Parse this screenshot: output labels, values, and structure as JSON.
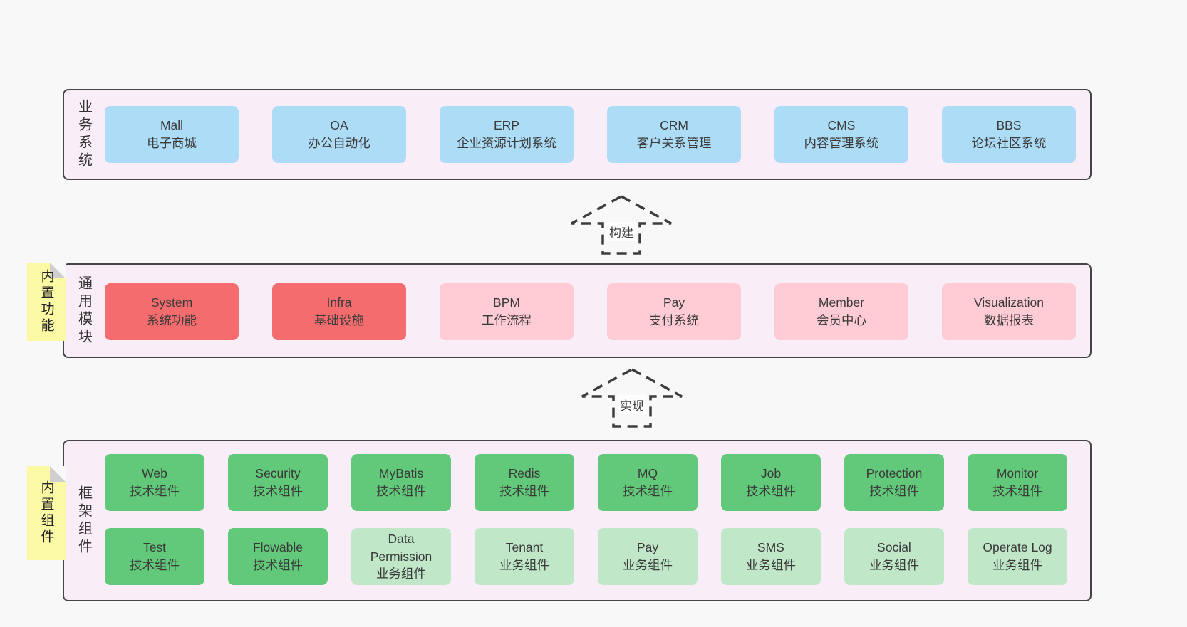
{
  "colors": {
    "page_bg": "#f8f8f8",
    "layer_bg": "#f9edf8",
    "layer_border": "#454545",
    "blue": "#addcf7",
    "red": "#f56c6e",
    "pink": "#ffccd6",
    "green": "#62c87a",
    "green_light": "#bfe7c8",
    "sticky_yellow": "#fbf9a3",
    "fold_gray": "#cfcfcf",
    "text": "#3a3a3a"
  },
  "arrows": [
    {
      "label": "构建"
    },
    {
      "label": "实现"
    }
  ],
  "layers": [
    {
      "label": "业务系统",
      "sticky": null,
      "rows": [
        [
          {
            "title": "Mall",
            "subtitle": "电子商城",
            "variant": "blue"
          },
          {
            "title": "OA",
            "subtitle": "办公自动化",
            "variant": "blue"
          },
          {
            "title": "ERP",
            "subtitle": "企业资源计划系统",
            "variant": "blue"
          },
          {
            "title": "CRM",
            "subtitle": "客户关系管理",
            "variant": "blue"
          },
          {
            "title": "CMS",
            "subtitle": "内容管理系统",
            "variant": "blue"
          },
          {
            "title": "BBS",
            "subtitle": "论坛社区系统",
            "variant": "blue"
          }
        ]
      ]
    },
    {
      "label": "通用模块",
      "sticky": "内置功能",
      "rows": [
        [
          {
            "title": "System",
            "subtitle": "系统功能",
            "variant": "red"
          },
          {
            "title": "Infra",
            "subtitle": "基础设施",
            "variant": "red"
          },
          {
            "title": "BPM",
            "subtitle": "工作流程",
            "variant": "pink"
          },
          {
            "title": "Pay",
            "subtitle": "支付系统",
            "variant": "pink"
          },
          {
            "title": "Member",
            "subtitle": "会员中心",
            "variant": "pink"
          },
          {
            "title": "Visualization",
            "subtitle": "数据报表",
            "variant": "pink"
          }
        ]
      ]
    },
    {
      "label": "框架组件",
      "sticky": "内置组件",
      "rows": [
        [
          {
            "title": "Web",
            "subtitle": "技术组件",
            "variant": "green"
          },
          {
            "title": "Security",
            "subtitle": "技术组件",
            "variant": "green"
          },
          {
            "title": "MyBatis",
            "subtitle": "技术组件",
            "variant": "green"
          },
          {
            "title": "Redis",
            "subtitle": "技术组件",
            "variant": "green"
          },
          {
            "title": "MQ",
            "subtitle": "技术组件",
            "variant": "green"
          },
          {
            "title": "Job",
            "subtitle": "技术组件",
            "variant": "green"
          },
          {
            "title": "Protection",
            "subtitle": "技术组件",
            "variant": "green"
          },
          {
            "title": "Monitor",
            "subtitle": "技术组件",
            "variant": "green"
          }
        ],
        [
          {
            "title": "Test",
            "subtitle": "技术组件",
            "variant": "green"
          },
          {
            "title": "Flowable",
            "subtitle": "技术组件",
            "variant": "green"
          },
          {
            "title": "Data Permission",
            "subtitle": "业务组件",
            "variant": "green-light"
          },
          {
            "title": "Tenant",
            "subtitle": "业务组件",
            "variant": "green-light"
          },
          {
            "title": "Pay",
            "subtitle": "业务组件",
            "variant": "green-light"
          },
          {
            "title": "SMS",
            "subtitle": "业务组件",
            "variant": "green-light"
          },
          {
            "title": "Social",
            "subtitle": "业务组件",
            "variant": "green-light"
          },
          {
            "title": "Operate Log",
            "subtitle": "业务组件",
            "variant": "green-light"
          }
        ]
      ]
    }
  ]
}
